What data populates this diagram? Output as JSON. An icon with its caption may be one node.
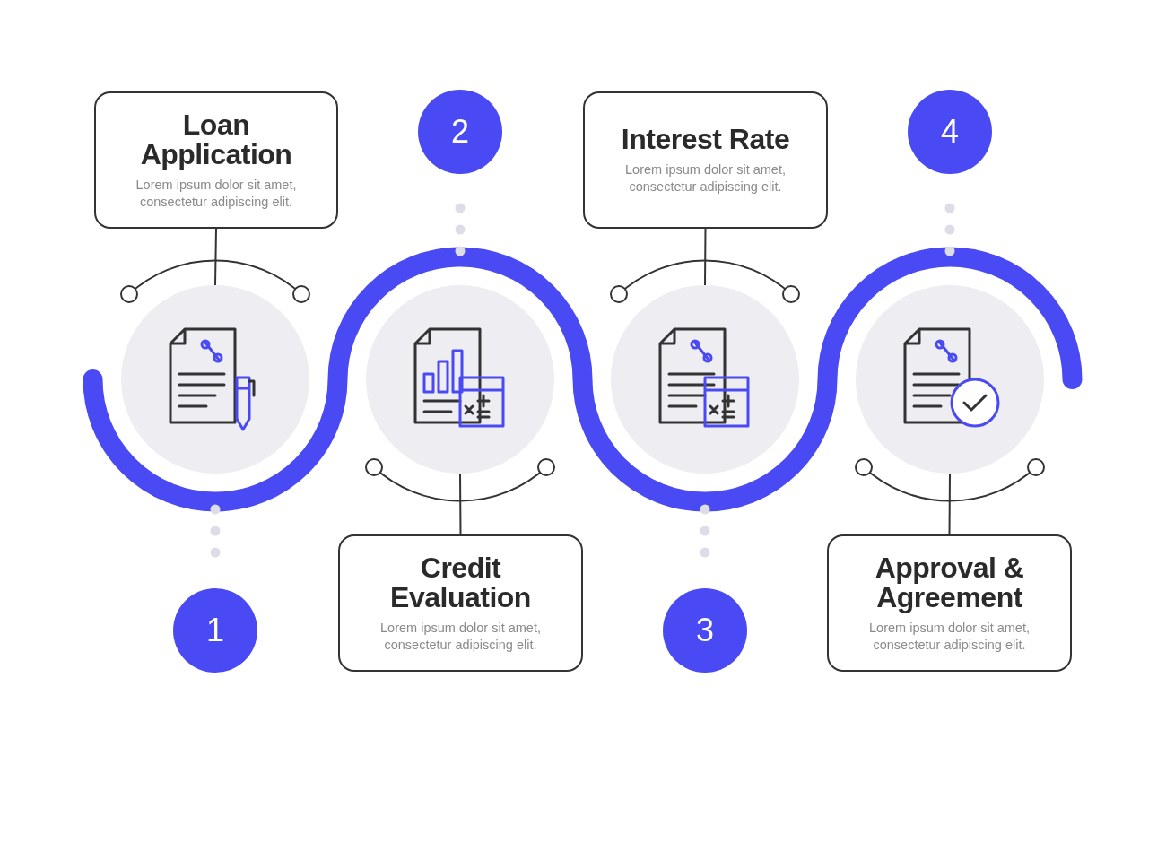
{
  "diagram": {
    "nodes": [
      {
        "text": [
          "Loan Application",
          "Lorem ipsum dolor sit amet, consectetur adipiscing elit."
        ]
      },
      {
        "text": [
          "1"
        ]
      },
      {
        "text": [
          "Credit Evaluation",
          "Lorem ipsum dolor sit amet, consectetur adipiscing elit."
        ]
      },
      {
        "text": [
          "2"
        ]
      },
      {
        "text": [
          "Interest Rate",
          "Lorem ipsum dolor sit amet, consectetur adipiscing elit."
        ]
      },
      {
        "text": [
          "3"
        ]
      },
      {
        "text": [
          "Approval & Agreement",
          "Lorem ipsum dolor sit amet, consectetur adipiscing elit."
        ]
      },
      {
        "text": [
          "4"
        ]
      },
      {
        "text": [],
        "shape": "circle"
      },
      {
        "text": [],
        "shape": "circle"
      },
      {
        "text": [],
        "shape": "circle"
      },
      {
        "text": [],
        "shape": "circle"
      }
    ],
    "edges": [
      {
        "from": 0,
        "to": 8,
        "arrow": "none"
      },
      {
        "from": 1,
        "to": 8,
        "arrow": "none",
        "style": "dashed",
        "color": "#dcdde6"
      },
      {
        "from": 2,
        "to": 9,
        "arrow": "none"
      },
      {
        "from": 3,
        "to": 9,
        "arrow": "none",
        "style": "dashed",
        "color": "#dcdde6"
      },
      {
        "from": 4,
        "to": 10,
        "arrow": "none"
      },
      {
        "from": 5,
        "to": 10,
        "arrow": "none",
        "style": "dashed",
        "color": "#dcdde6"
      },
      {
        "from": 6,
        "to": 11,
        "arrow": "none"
      },
      {
        "from": 7,
        "to": 11,
        "arrow": "none",
        "style": "dashed",
        "color": "#dcdde6"
      }
    ]
  }
}
